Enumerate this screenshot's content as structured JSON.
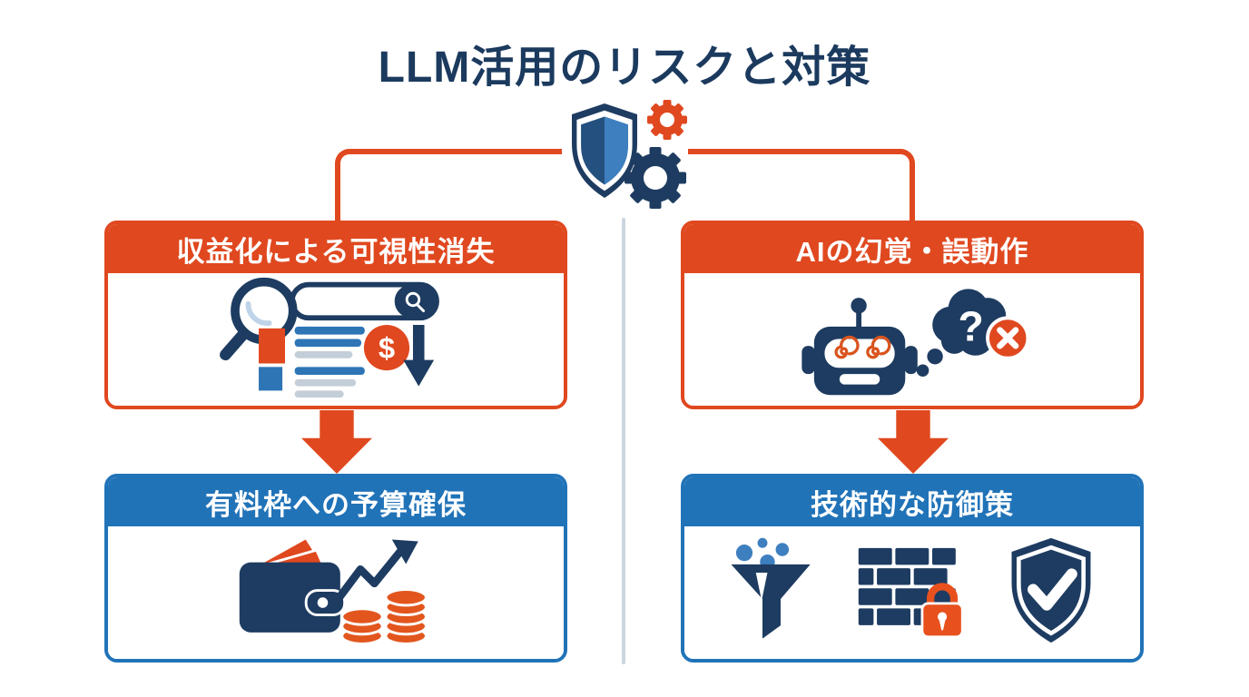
{
  "title": "LLM活用のリスクと対策",
  "center": {
    "icon": "shield-gears-icon"
  },
  "columns": {
    "left": {
      "risk": {
        "label": "収益化による可視性消失",
        "icon": "search-visibility-loss-icon"
      },
      "measure": {
        "label": "有料枠への予算確保",
        "icon": "wallet-growth-icon"
      }
    },
    "right": {
      "risk": {
        "label": "AIの幻覚・誤動作",
        "icon": "robot-hallucination-icon"
      },
      "measure": {
        "label": "技術的な防御策",
        "icons": [
          "funnel-filter-icon",
          "firewall-lock-icon",
          "shield-check-icon"
        ]
      }
    }
  },
  "glyphs": {
    "dollar": "$",
    "question": "?"
  },
  "colors": {
    "accent_orange": "#E0481F",
    "accent_blue": "#2173B8",
    "navy": "#1E3C61",
    "light_blue": "#3E7FBF",
    "divider": "#CBD6E0"
  }
}
